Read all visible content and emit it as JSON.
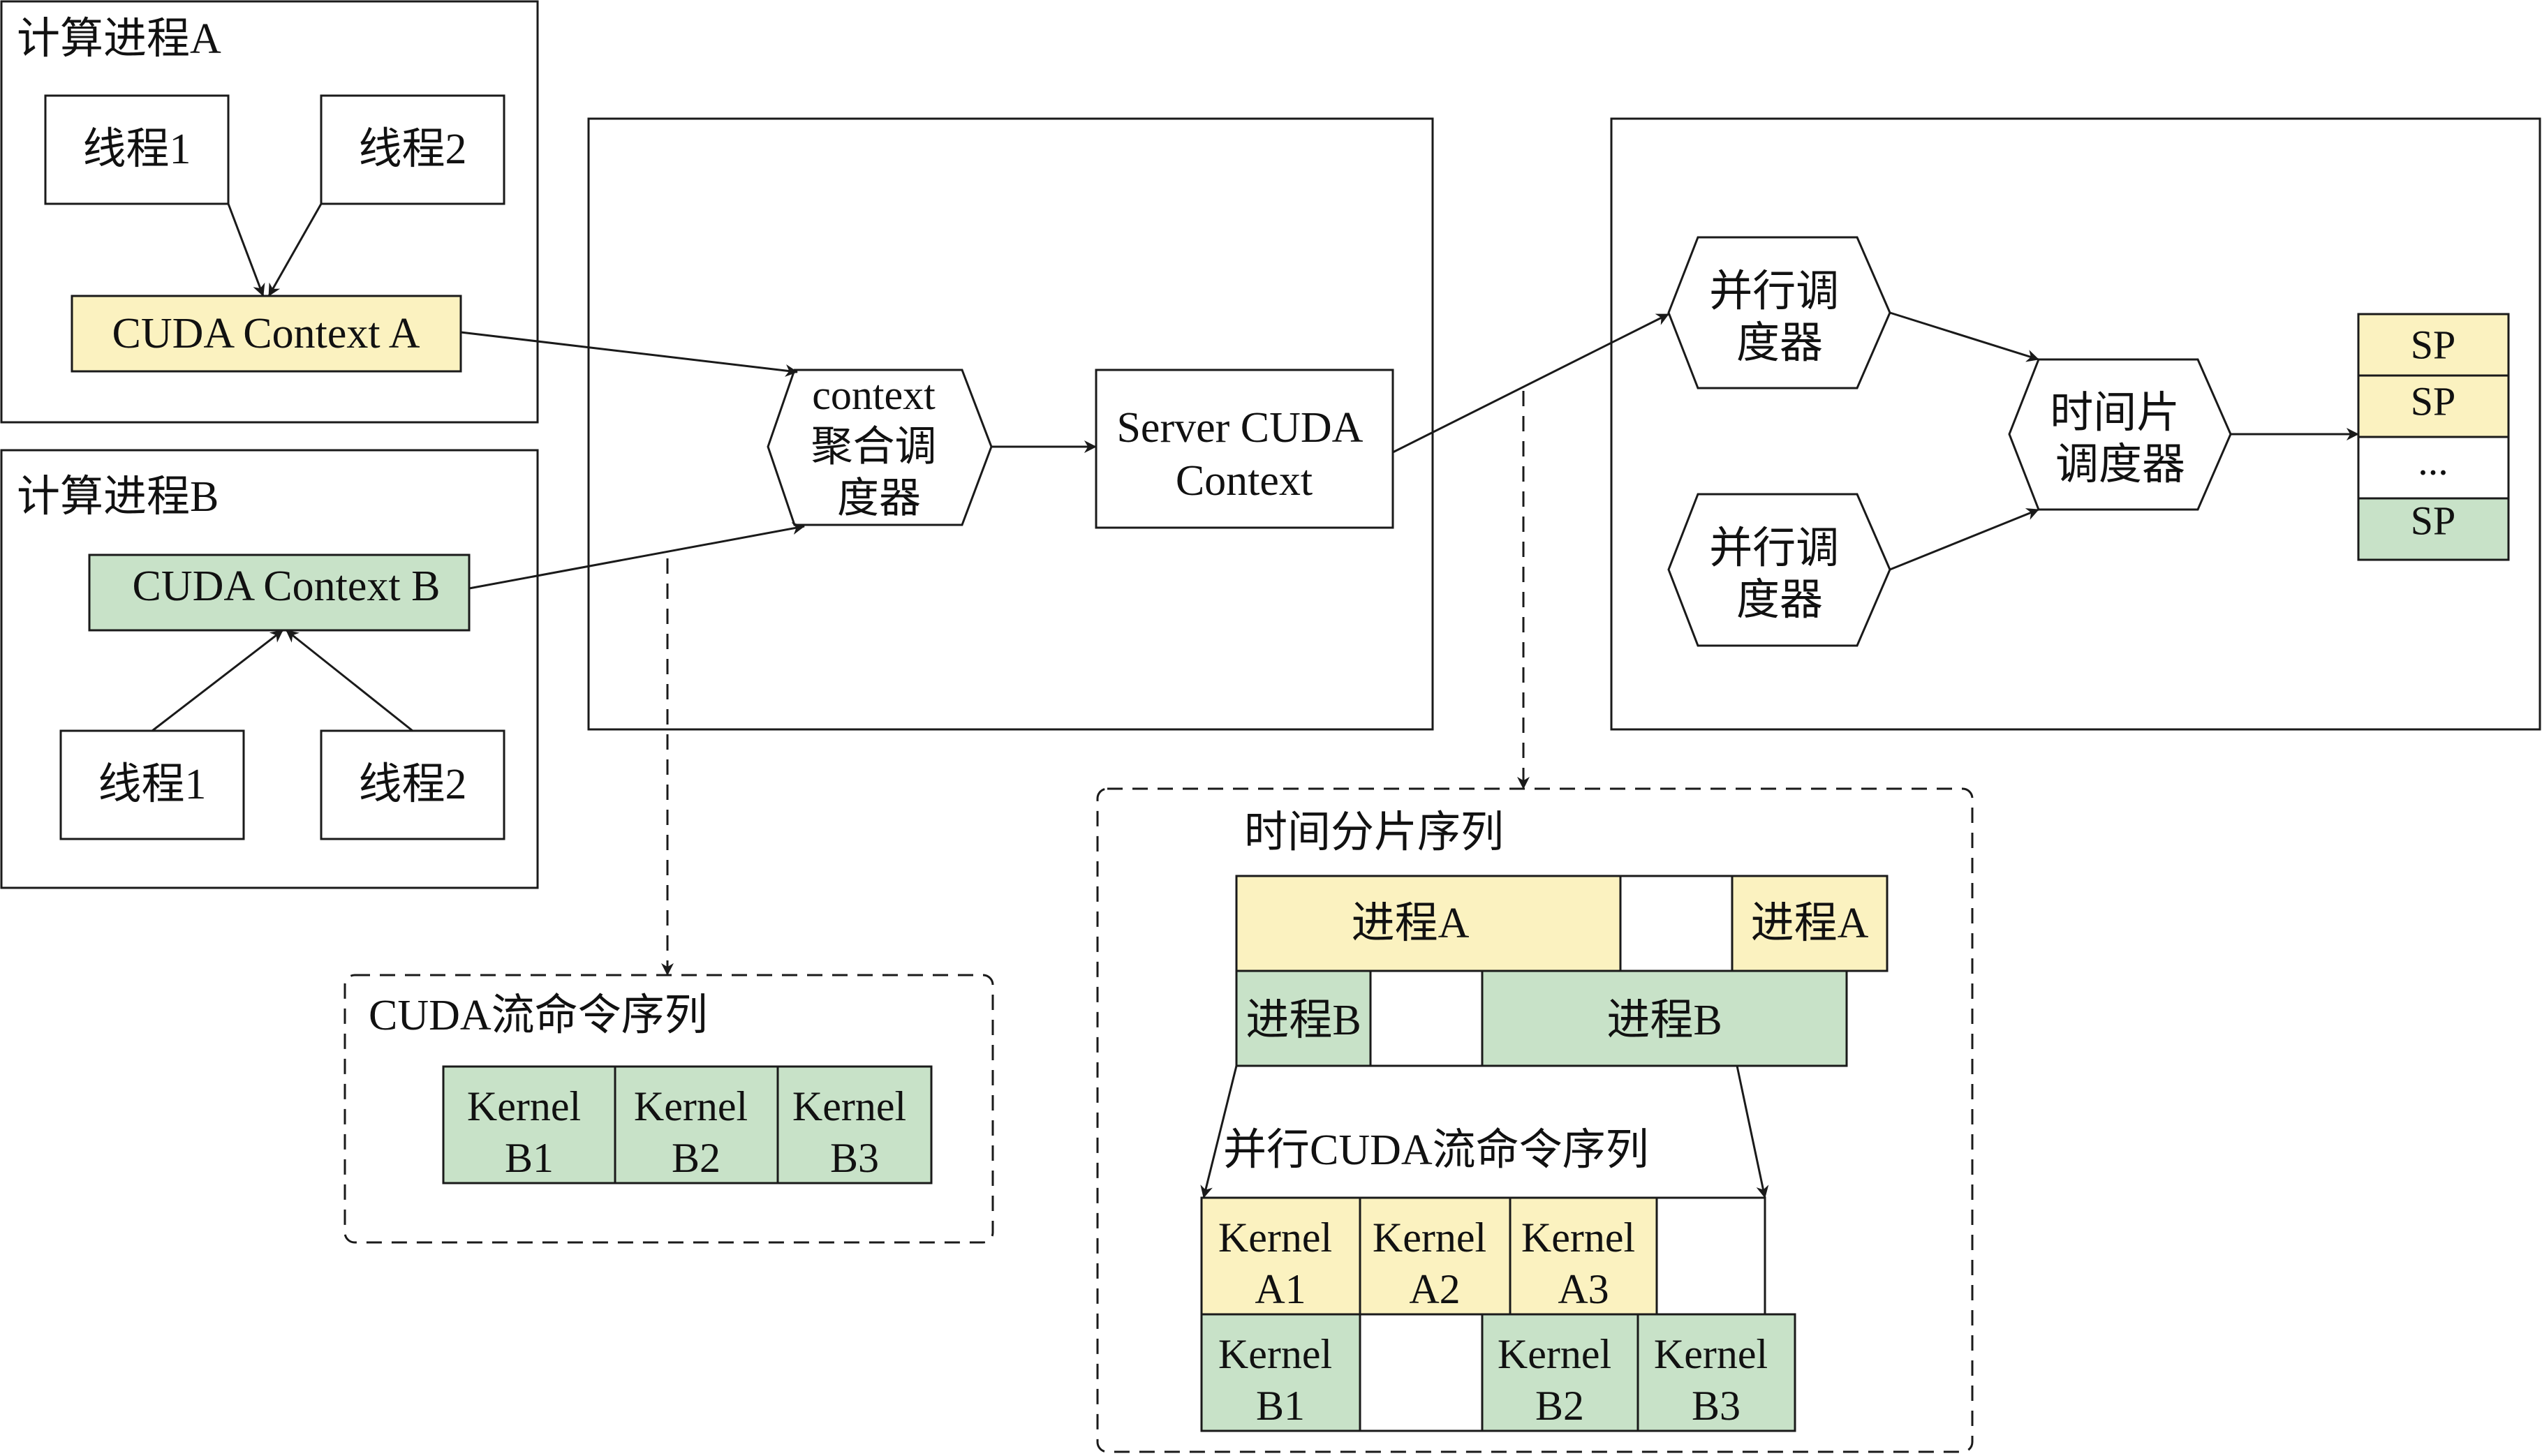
{
  "colors": {
    "process_a_fill": "#fbf2c0",
    "process_b_fill": "#c8e2c8",
    "stroke": "#1a1a1a",
    "background": "#ffffff"
  },
  "process_a": {
    "title": "计算进程A",
    "thread1": "线程1",
    "thread2": "线程2",
    "context": "CUDA Context A"
  },
  "process_b": {
    "title": "计算进程B",
    "thread1": "线程1",
    "thread2": "线程2",
    "context": "CUDA Context B"
  },
  "server": {
    "aggregator_lines": [
      "context",
      "聚合调",
      "度器"
    ],
    "context_lines": [
      "Server CUDA",
      "Context"
    ]
  },
  "gpu": {
    "parallel_scheduler_1": [
      "并行调",
      "度器"
    ],
    "parallel_scheduler_2": [
      "并行调",
      "度器"
    ],
    "timeslice_scheduler": [
      "时间片",
      "调度器"
    ],
    "sp_labels": [
      "SP",
      "SP",
      "...",
      "SP"
    ]
  },
  "stream_sequence": {
    "title": "CUDA流命令序列",
    "kernels": [
      [
        "Kernel",
        "B1"
      ],
      [
        "Kernel",
        "B2"
      ],
      [
        "Kernel",
        "B3"
      ]
    ]
  },
  "timeslice_sequence": {
    "title": "时间分片序列",
    "row_a": [
      "进程A",
      "进程A"
    ],
    "row_b": [
      "进程B",
      "进程B"
    ],
    "parallel_title": "并行CUDA流命令序列",
    "kernels_a": [
      [
        "Kernel",
        "A1"
      ],
      [
        "Kernel",
        "A2"
      ],
      [
        "Kernel",
        "A3"
      ]
    ],
    "kernels_b": [
      [
        "Kernel",
        "B1"
      ],
      [
        "Kernel",
        "B2"
      ],
      [
        "Kernel",
        "B3"
      ]
    ]
  }
}
